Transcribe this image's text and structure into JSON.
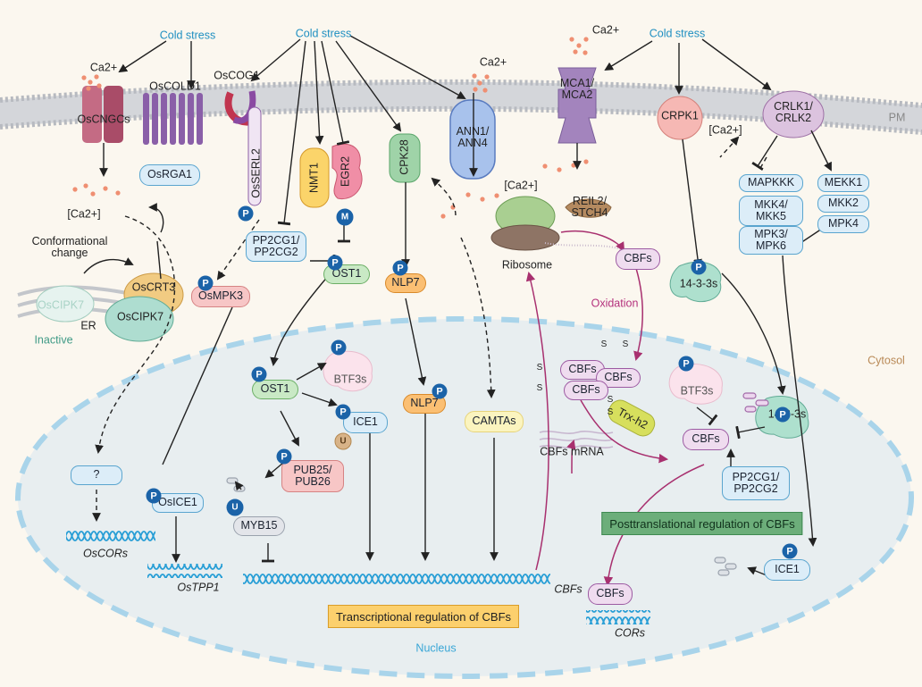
{
  "labels": {
    "cold_stress_left": "Cold stress",
    "cold_stress_center": "Cold stress",
    "cold_stress_right": "Cold stress",
    "ca_in_1": "Ca2+",
    "ca_in_2": "Ca2+",
    "ca_in_3": "Ca2+",
    "oscngcs": "OsCNGCs",
    "oscold1": "OsCOLD1",
    "oscog1": "OsCOG1",
    "osrga1": "OsRGA1",
    "osserl2": "OsSERL2",
    "nmt1": "NMT1",
    "egr2": "EGR2",
    "cpk28": "CPK28",
    "ann": "ANN1/\nANN4",
    "mca": "MCA1/\nMCA2",
    "crpk1": "CRPK1",
    "crlk": "CRLK1/\nCRLK2",
    "pm": "PM",
    "ca_cyt_left": "[Ca2+]",
    "ca_cyt_mid": "[Ca2+]",
    "ca_cyt_right": "[Ca2+]",
    "conformational_change": "Conformational\nchange",
    "oscrt3": "OsCRT3",
    "oscipk7_inactive": "OsCIPK7",
    "oscipk7": "OsCIPK7",
    "er": "ER",
    "inactive": "Inactive",
    "pp2cg_top": "PP2CG1/\nPP2CG2",
    "ost1_top": "OST1",
    "osmpk3": "OsMPK3",
    "nlp7_top": "NLP7",
    "reil2": "REIL2/\nSTCH4",
    "ribosome": "Ribosome",
    "cbfs_top": "CBFs",
    "oxidation": "Oxidation",
    "mapkkk": "MAPKKK",
    "mkk45": "MKK4/\nMKK5",
    "mpk36": "MPK3/\nMPK6",
    "mekk1": "MEKK1",
    "mkk2": "MKK2",
    "mpk4": "MPK4",
    "p1433_top": "14-3-3s",
    "cytosol": "Cytosol",
    "btf3s_mid": "BTF3s",
    "ost1_nuc": "OST1",
    "ice1_mid": "ICE1",
    "pub": "PUB25/\nPUB26",
    "myb15": "MYB15",
    "nlp7_nuc": "NLP7",
    "camtas": "CAMTAs",
    "cbfs_a": "CBFs",
    "cbfs_b": "CBFs",
    "cbfs_c": "CBFs",
    "s1": "S",
    "s2": "S",
    "s3": "S",
    "s4": "S",
    "s5": "S",
    "s6": "S",
    "trxh2": "Trx-h2",
    "cbfs_mrna": "CBFs mRNA",
    "btf3s_right": "BTF3s",
    "cbfs_right": "CBFs",
    "p1433_right": "14-3-3s",
    "pp2cg_right": "PP2CG1/\nPP2CG2",
    "posttranslational": "Posttranslational regulation of CBFs",
    "ice1_right": "ICE1",
    "question": "?",
    "oscors": "OsCORs",
    "osice1": "OsICE1",
    "ostpp1": "OsTPP1",
    "transcriptional": "Transcriptional regulation of CBFs",
    "cbfs_dna": "CBFs",
    "cbfs_bottom": "CBFs",
    "cors": "CORs",
    "nucleus": "Nucleus"
  },
  "marks": {
    "phospho": "P",
    "ubiquitin": "U",
    "methyl": "M"
  },
  "colors": {
    "membrane": "#c9ccd1",
    "nucleus_fill": "#e7eef0",
    "nucleus_dash": "#a9d4ea",
    "cyan_label": "#1f8fc1",
    "magenta_arrow": "#a8306f",
    "ca_dot": "#ef8f72"
  }
}
